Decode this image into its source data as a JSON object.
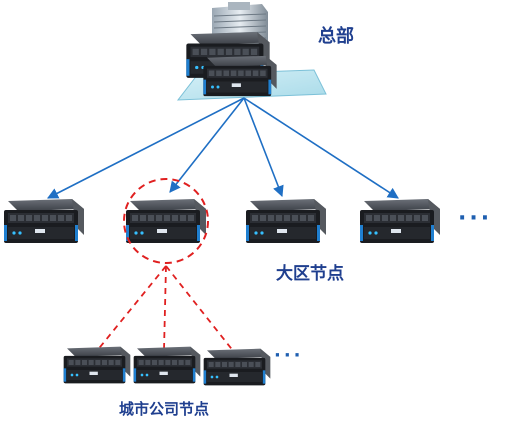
{
  "labels": {
    "hq": "总部",
    "region": "大区节点",
    "city": "城市公司节点"
  },
  "ellipsis": {
    "region": "···",
    "city": "···"
  },
  "colors": {
    "link_solid": "#1f6fc4",
    "link_dashed": "#e02020",
    "label": "#1f3f8f",
    "server_body": "#3a3e44",
    "server_front": "#15171a",
    "accent_blue": "#1f7fd0"
  }
}
